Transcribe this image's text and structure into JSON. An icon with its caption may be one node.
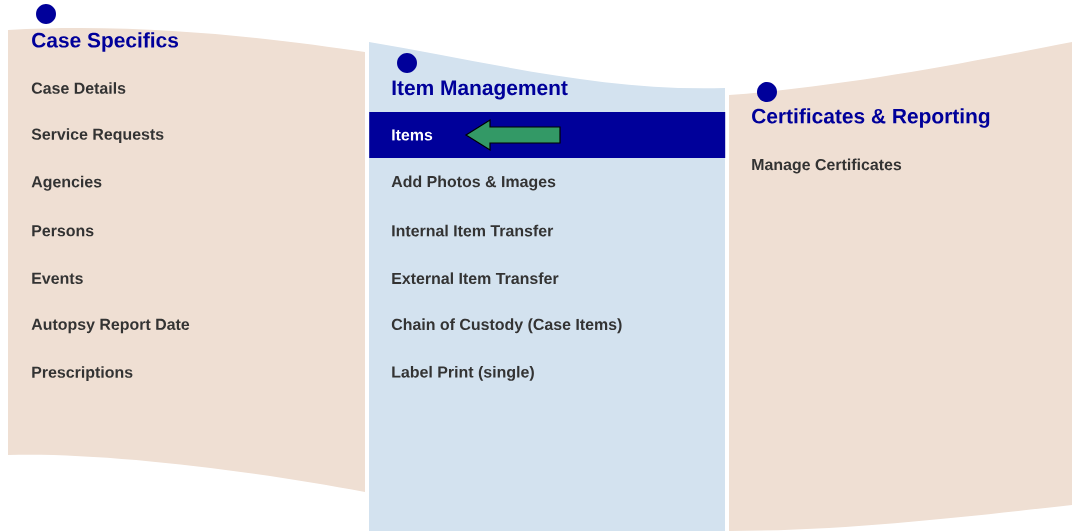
{
  "diagram": {
    "nodes": [
      {
        "text": [
          "Case Specifics",
          "Case Details",
          "Service Requests",
          "Agencies",
          "Persons",
          "Events",
          "Autopsy Report Date",
          "Prescriptions"
        ]
      },
      {
        "text": [
          "Item Management",
          "Add Photos & Images",
          "Internal Item Transfer",
          "External Item Transfer",
          "Chain of Custody (Case Items)",
          "Label Print (single)"
        ]
      },
      {
        "text": [
          "Items"
        ],
        "in": 1
      },
      {
        "text": [
          "Certificates & Reporting",
          "Manage Certificates"
        ]
      }
    ]
  }
}
